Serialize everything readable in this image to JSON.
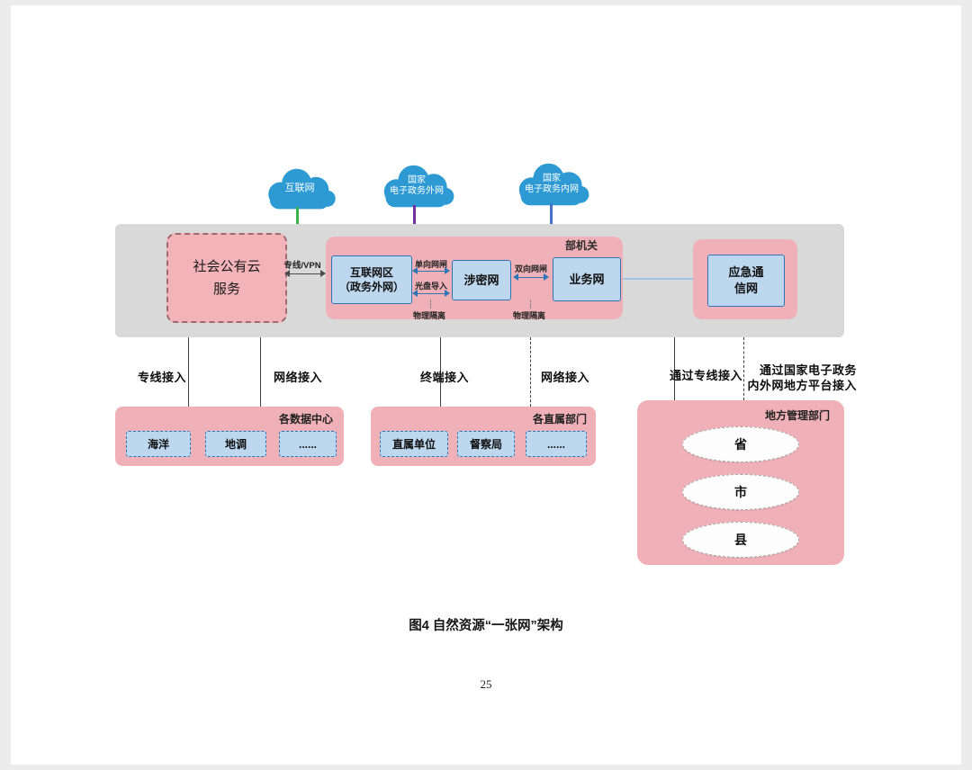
{
  "page": {
    "caption": "图4 自然资源“一张网”架构",
    "page_number": "25"
  },
  "clouds": {
    "internet": {
      "label": "互联网"
    },
    "egov_extranet": {
      "line1": "国家",
      "line2": "电子政务外网"
    },
    "egov_intranet": {
      "line1": "国家",
      "line2": "电子政务内网"
    }
  },
  "core": {
    "public_cloud_line1": "社会公有云",
    "public_cloud_line2": "服务",
    "vpn_link": "专线/VPN",
    "ministry": "部机关",
    "internet_zone_line1": "互联网区",
    "internet_zone_line2": "（政务外网）",
    "classified_net": "涉密网",
    "business_net": "业务网",
    "oneway_gateway": "单向网闸",
    "cd_import": "光盘导入",
    "physical_isolation_left": "物理隔离",
    "twoway_gateway": "双向网闸",
    "physical_isolation_right": "物理隔离",
    "emergency_line1": "应急通",
    "emergency_line2": "信网"
  },
  "access_labels": {
    "dedicated": "专线接入",
    "network1": "网络接入",
    "terminal": "终端接入",
    "network2": "网络接入",
    "via_dedicated": "通过专线接入",
    "via_platform_line1": "通过国家电子政务",
    "via_platform_line2": "内外网地方平台接入"
  },
  "groups": {
    "data_centers": {
      "title": "各数据中心",
      "items": [
        "海洋",
        "地调",
        "......"
      ]
    },
    "departments": {
      "title": "各直属部门",
      "items": [
        "直属单位",
        "督察局",
        "......"
      ]
    },
    "local_admin": {
      "title": "地方管理部门",
      "items": [
        "省",
        "市",
        "县"
      ]
    }
  },
  "colors": {
    "cloud_blue": "#2d9ad4",
    "pink": "#efb1b7",
    "light_blue": "#bdd7ee",
    "blue_border": "#2e75b6",
    "gray_band": "#d9d9d9",
    "stem_green": "#3bb24a",
    "stem_purple": "#7030a0",
    "stem_blue": "#4472c4"
  }
}
